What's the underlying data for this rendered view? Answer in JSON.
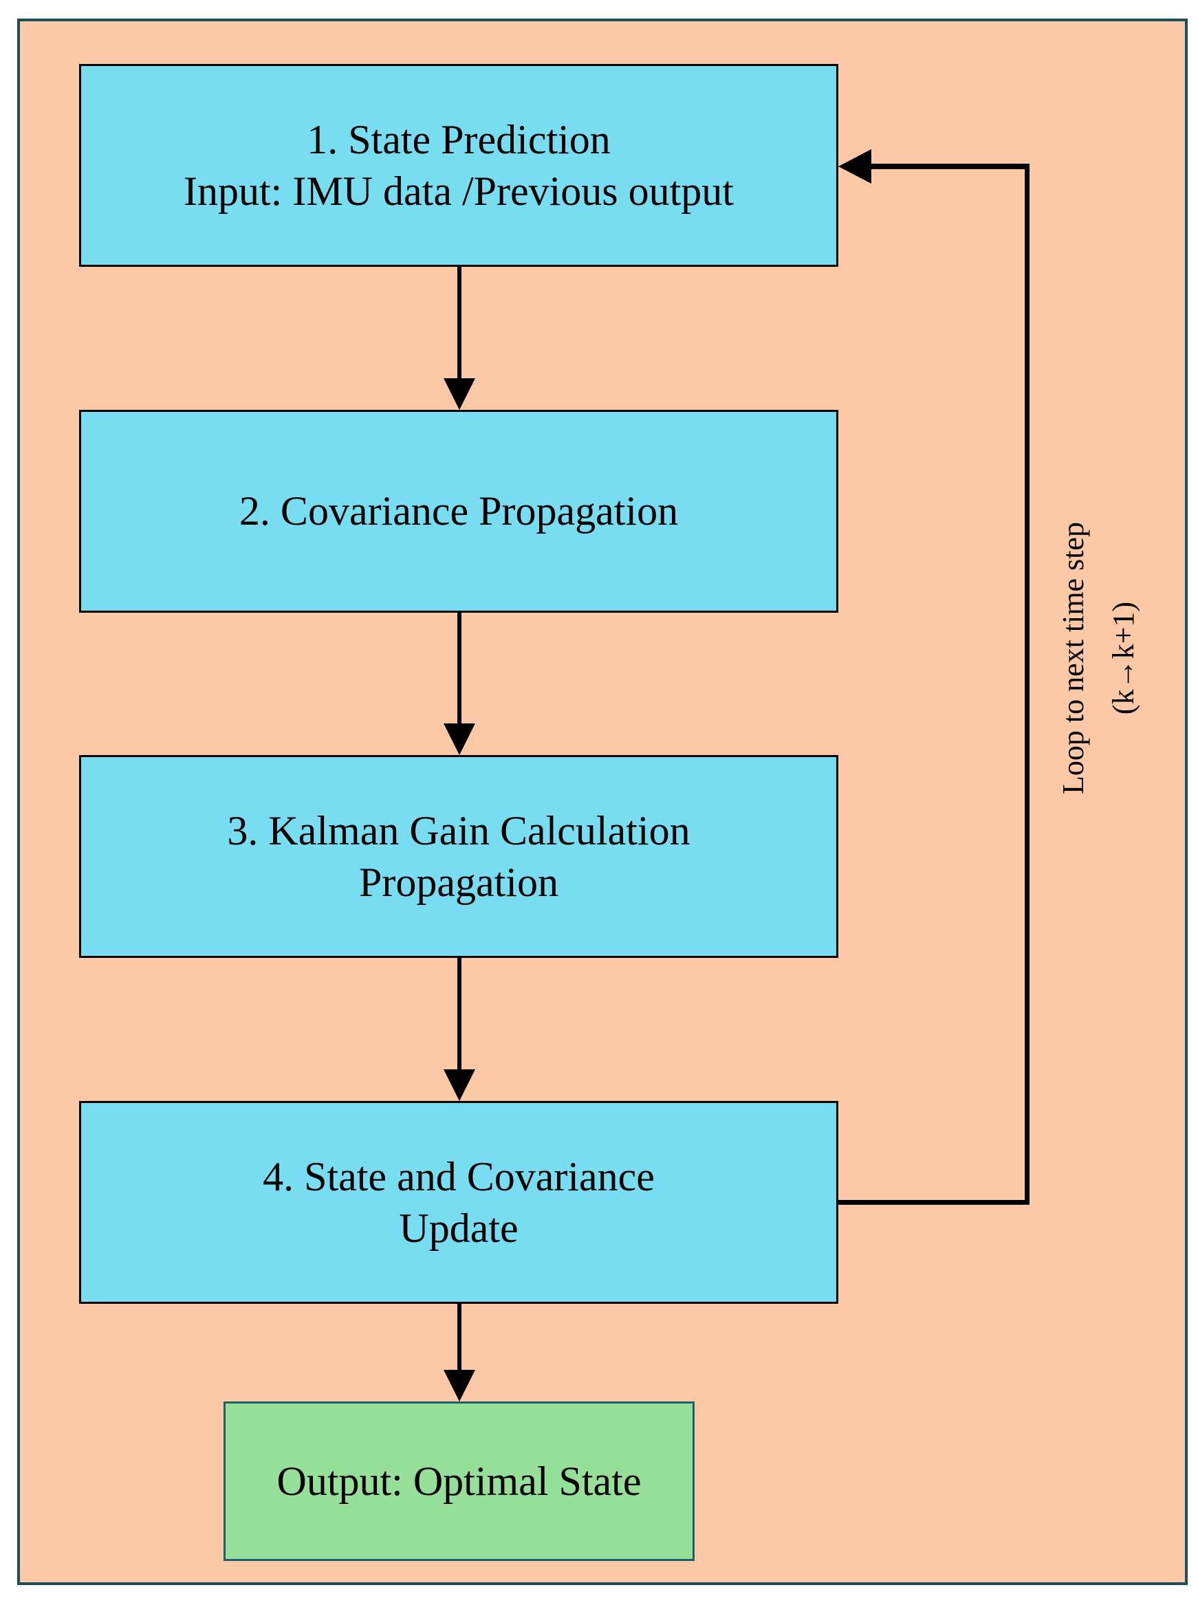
{
  "diagram": {
    "type": "flowchart",
    "subject": "Kalman filter processing loop",
    "nodes": [
      {
        "id": "state-prediction",
        "kind": "process",
        "lines": [
          "1. State Prediction",
          "Input: IMU data /Previous output"
        ]
      },
      {
        "id": "covariance-propagation",
        "kind": "process",
        "lines": [
          "2. Covariance Propagation",
          ""
        ]
      },
      {
        "id": "kalman-gain-calculation",
        "kind": "process",
        "lines": [
          "3. Kalman Gain Calculation",
          "Propagation"
        ]
      },
      {
        "id": "state-and-covariance-update",
        "kind": "process",
        "lines": [
          "4. State and Covariance",
          "Update"
        ]
      },
      {
        "id": "output-optimal-state",
        "kind": "output",
        "lines": [
          "Output: Optimal State"
        ]
      }
    ],
    "edges": [
      {
        "from": "state-prediction",
        "to": "covariance-propagation",
        "style": "arrow-down"
      },
      {
        "from": "covariance-propagation",
        "to": "kalman-gain-calculation",
        "style": "arrow-down"
      },
      {
        "from": "kalman-gain-calculation",
        "to": "state-and-covariance-update",
        "style": "arrow-down"
      },
      {
        "from": "state-and-covariance-update",
        "to": "output-optimal-state",
        "style": "arrow-down"
      },
      {
        "from": "state-and-covariance-update",
        "to": "state-prediction",
        "style": "feedback-right-side"
      }
    ],
    "loop_label": {
      "line1": "Loop to next time step",
      "line2": "(k→k+1)"
    },
    "colors": {
      "peach_background": "#FCC8A6",
      "process_fill": "#79DDF2",
      "output_fill": "#96DF99",
      "frame_border": "#174F5F",
      "output_border": "#1F5F6B",
      "line_color": "#000000"
    }
  }
}
